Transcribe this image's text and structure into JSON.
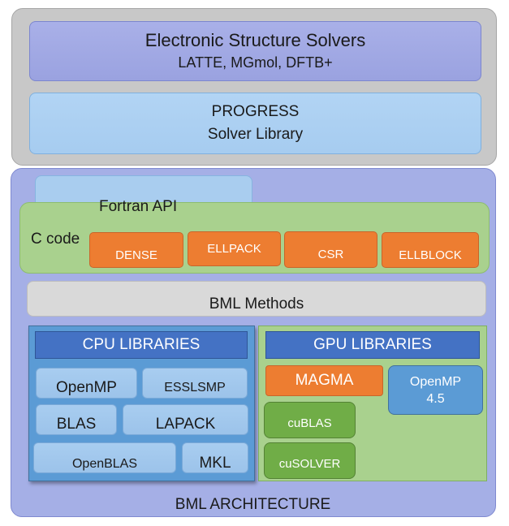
{
  "top": {
    "solvers_title": "Electronic Structure Solvers",
    "solvers_list": "LATTE, MGmol, DFTB+",
    "progress_title": "PROGRESS",
    "progress_subtitle": "Solver Library"
  },
  "bml": {
    "fortran_api": "Fortran API",
    "c_code": "C code",
    "formats": [
      "DENSE",
      "ELLPACK",
      "CSR",
      "ELLBLOCK"
    ],
    "methods": "BML Methods",
    "architecture_label": "BML ARCHITECTURE"
  },
  "cpu": {
    "header": "CPU LIBRARIES",
    "items": [
      "OpenMP",
      "ESSLSMP",
      "BLAS",
      "LAPACK",
      "OpenBLAS",
      "MKL"
    ]
  },
  "gpu": {
    "header": "GPU LIBRARIES",
    "magma": "MAGMA",
    "openmp_line1": "OpenMP",
    "openmp_line2": "4.5",
    "cublas": "cuBLAS",
    "cusolver": "cuSOLVER"
  },
  "colors": {
    "orange": "#ed7d31",
    "dark_blue": "#4472c4",
    "medium_blue": "#5b9bd5",
    "light_green": "#a9d18e",
    "dark_green": "#70ad47",
    "lavender": "#a5afe6",
    "gray": "#c8c8c8"
  }
}
